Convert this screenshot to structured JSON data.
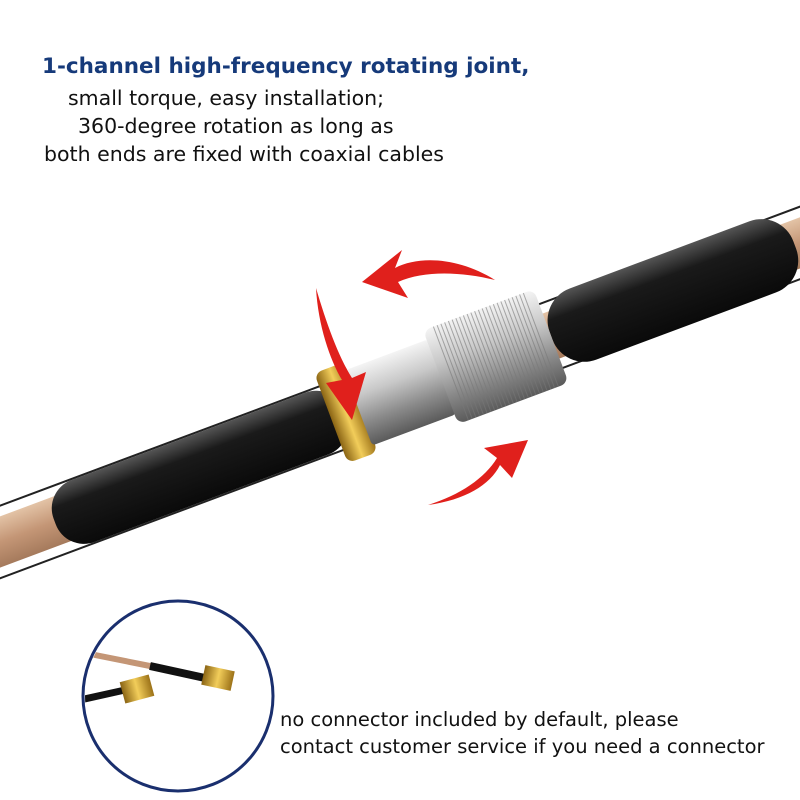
{
  "headline": {
    "title": "1-channel high-frequency rotating joint,",
    "lines": [
      "small torque, easy installation;",
      "360-degree rotation as long as",
      "both ends are fixed with coaxial cables"
    ]
  },
  "note": {
    "lines": [
      "no connector included by default, please",
      "contact customer service if you need a connector"
    ]
  },
  "colors": {
    "title": "#163a7a",
    "arrow": "#e0201c",
    "inset_border": "#1a2f6e",
    "cable_braid": "#c9a07e"
  }
}
